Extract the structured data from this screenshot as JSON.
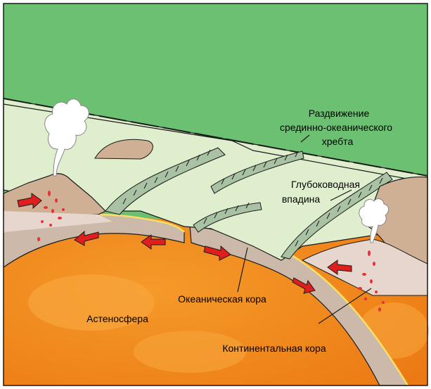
{
  "labels": {
    "ridge_line1": "Раздвижение",
    "ridge_line2": "срединно-океанического",
    "ridge_line3": "хребта",
    "trench_line1": "Глубоководная",
    "trench_line2": "впадина",
    "oceanic_crust": "Океаническая кора",
    "asthenosphere": "Астеносфера",
    "continental_crust": "Континентальная кора"
  },
  "colors": {
    "sky_green": "#6cc072",
    "ocean_floor": "#dfefcd",
    "ridge_wall": "#9fb89a",
    "land": "#d0b094",
    "crust": "#cdb9a9",
    "asthenosphere": "#f08a1e",
    "asthenosphere_light": "#f7b24a",
    "magma": "#e8303a",
    "arrow": "#e01e1e",
    "outline": "#1a1a1a"
  },
  "icons": {
    "left_volcano_plume": "smoke-plume-icon",
    "right_volcano_plume": "smoke-plume-icon",
    "plate_motion": "arrow-icon"
  }
}
